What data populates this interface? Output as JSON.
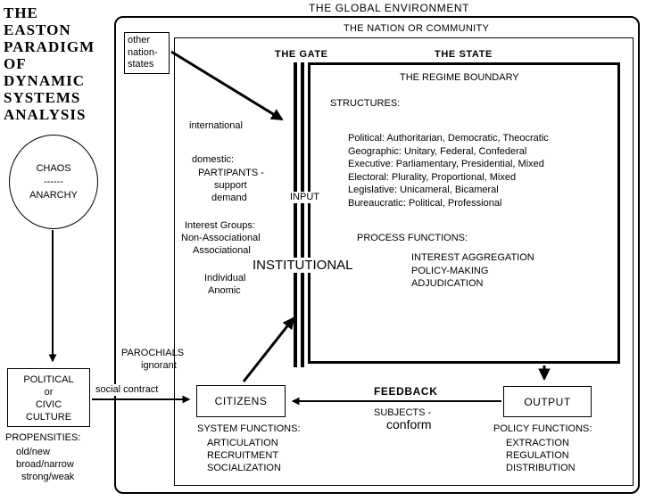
{
  "title_lines": [
    "THE",
    "EASTON",
    "PARADIGM",
    "OF",
    "DYNAMIC",
    "SYSTEMS",
    "ANALYSIS"
  ],
  "global_env_label": "THE GLOBAL ENVIRONMENT",
  "nation_label": "THE NATION OR COMMUNITY",
  "gate_label": "THE GATE",
  "state_label": "THE STATE",
  "regime_boundary_label": "THE REGIME BOUNDARY",
  "structures": {
    "heading": "STRUCTURES:",
    "items": [
      "Political: Authoritarian, Democratic, Theocratic",
      "Geographic: Unitary, Federal, Confederal",
      "Executive: Parliamentary, Presidential, Mixed",
      "Electoral: Plurality, Proportional, Mixed",
      "Legislative: Unicameral, Bicameral",
      "Bureaucratic: Political, Professional"
    ]
  },
  "process_functions": {
    "heading": "PROCESS FUNCTIONS:",
    "items": [
      "INTEREST AGGREGATION",
      "POLICY-MAKING",
      "ADJUDICATION"
    ]
  },
  "other_nation_states_lines": [
    "other",
    "nation-",
    "states"
  ],
  "international_label": "international",
  "domestic_lines": [
    "domestic:",
    "PARTIPANTS -",
    "support",
    "demand"
  ],
  "input_label": "INPUT",
  "interest_groups_lines": [
    "Interest Groups:",
    "Non-Associational",
    "Associational"
  ],
  "institutional_label": "INSTITUTIONAL",
  "individual_lines": [
    "Individual",
    "Anomic"
  ],
  "parochials_lines": [
    "PAROCHIALS",
    "ignorant"
  ],
  "chaos_circle_lines": [
    "CHAOS",
    "------",
    "ANARCHY"
  ],
  "political_culture_lines": [
    "POLITICAL",
    "or",
    "CIVIC",
    "CULTURE"
  ],
  "social_contract_label": "social contract",
  "citizens_label": "CITIZENS",
  "system_functions": {
    "heading": "SYSTEM FUNCTIONS:",
    "items": [
      "ARTICULATION",
      "RECRUITMENT",
      "SOCIALIZATION"
    ]
  },
  "feedback_label": "FEEDBACK",
  "subjects_label": "SUBJECTS -",
  "conform_label": "conform",
  "output_label": "OUTPUT",
  "policy_functions": {
    "heading": "POLICY FUNCTIONS:",
    "items": [
      "EXTRACTION",
      "REGULATION",
      "DISTRIBUTION"
    ]
  },
  "propensities": {
    "heading": "PROPENSITIES:",
    "items": [
      "old/new",
      "broad/narrow",
      "strong/weak"
    ]
  },
  "colors": {
    "ink": "#000000",
    "paper": "#ffffff"
  }
}
